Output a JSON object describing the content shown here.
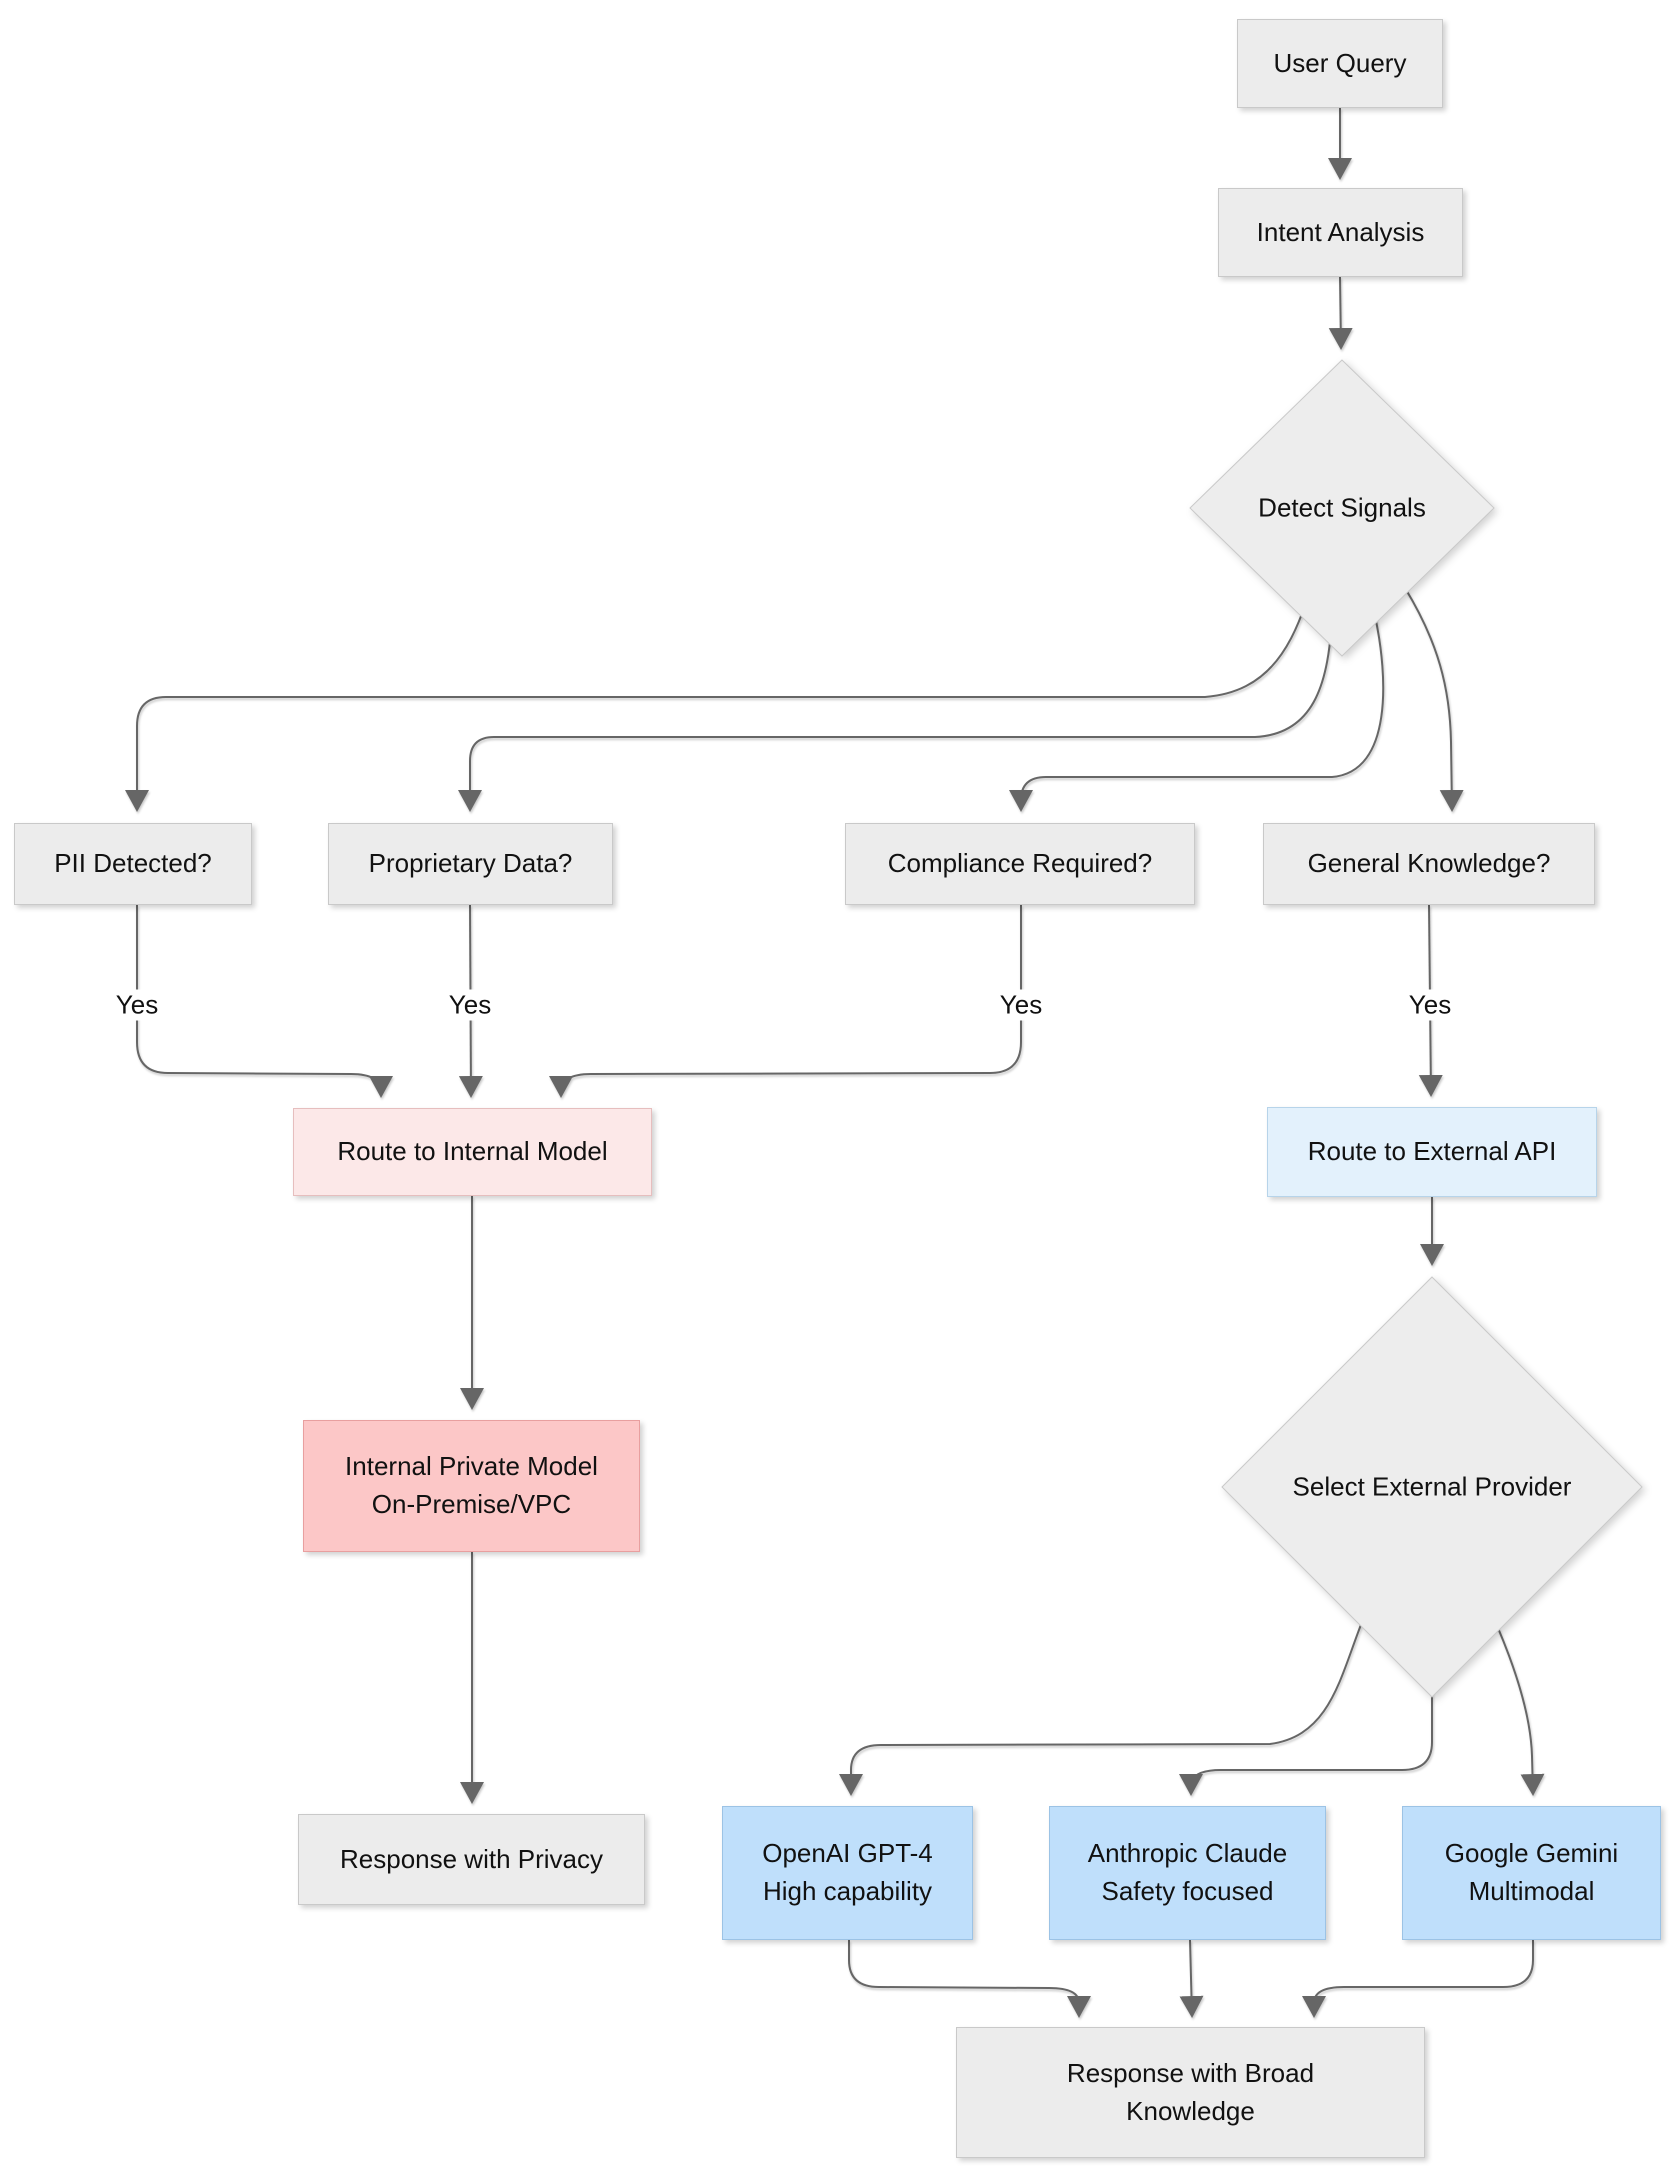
{
  "nodes": {
    "user_query": {
      "label": "User Query"
    },
    "intent_analysis": {
      "label": "Intent Analysis"
    },
    "detect_signals": {
      "label": "Detect Signals"
    },
    "pii": {
      "label": "PII Detected?"
    },
    "proprietary": {
      "label": "Proprietary Data?"
    },
    "compliance": {
      "label": "Compliance Required?"
    },
    "general": {
      "label": "General Knowledge?"
    },
    "route_internal": {
      "label": "Route to Internal Model"
    },
    "route_external": {
      "label": "Route to External API"
    },
    "internal_private": {
      "line1": "Internal Private Model",
      "line2": "On-Premise/VPC"
    },
    "select_provider": {
      "label": "Select External Provider"
    },
    "response_privacy": {
      "label": "Response with Privacy"
    },
    "openai": {
      "line1": "OpenAI GPT-4",
      "line2": "High capability"
    },
    "anthropic": {
      "line1": "Anthropic Claude",
      "line2": "Safety focused"
    },
    "google": {
      "line1": "Google Gemini",
      "line2": "Multimodal"
    },
    "response_broad": {
      "line1": "Response with Broad",
      "line2": "Knowledge"
    }
  },
  "edge_labels": {
    "pii_yes": "Yes",
    "proprietary_yes": "Yes",
    "compliance_yes": "Yes",
    "general_yes": "Yes"
  },
  "colors": {
    "node_gray_fill": "#ececec",
    "node_gray_border": "#c9c9c9",
    "pink_light_fill": "#fce8e8",
    "pink_fill": "#fcc7c7",
    "blue_light_fill": "#e3f1fc",
    "blue_fill": "#bfdffb",
    "edge_stroke": "#666666",
    "text": "#111111",
    "background": "#ffffff"
  }
}
